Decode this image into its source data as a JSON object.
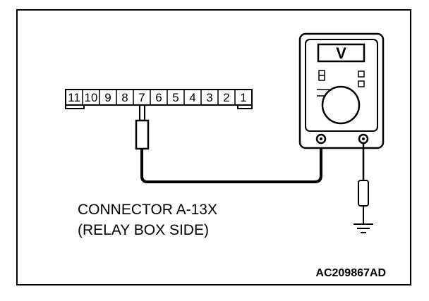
{
  "connector": {
    "pins": [
      "11",
      "10",
      "9",
      "8",
      "7",
      "6",
      "5",
      "4",
      "3",
      "2",
      "1"
    ],
    "probe_pin": "7"
  },
  "meter": {
    "display": "V"
  },
  "caption": {
    "line1": "CONNECTOR A-13X",
    "line2": "(RELAY BOX SIDE)"
  },
  "figure_id": "AC209867AD"
}
